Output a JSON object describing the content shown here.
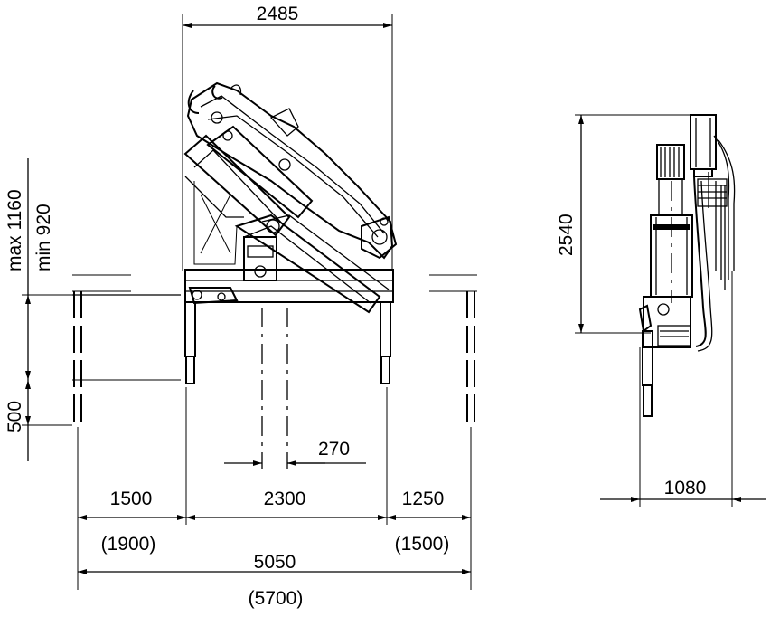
{
  "dimensions": {
    "top_width": "2485",
    "max_height": "max 1160",
    "min_height": "min 920",
    "leg_stroke": "500",
    "column_offset": "270",
    "left_outrigger": "1500",
    "left_outrigger_alt": "(1900)",
    "base_width": "2300",
    "right_outrigger": "1250",
    "right_outrigger_alt": "(1500)",
    "total_span": "5050",
    "total_span_alt": "(5700)",
    "side_height": "2540",
    "side_width": "1080"
  }
}
